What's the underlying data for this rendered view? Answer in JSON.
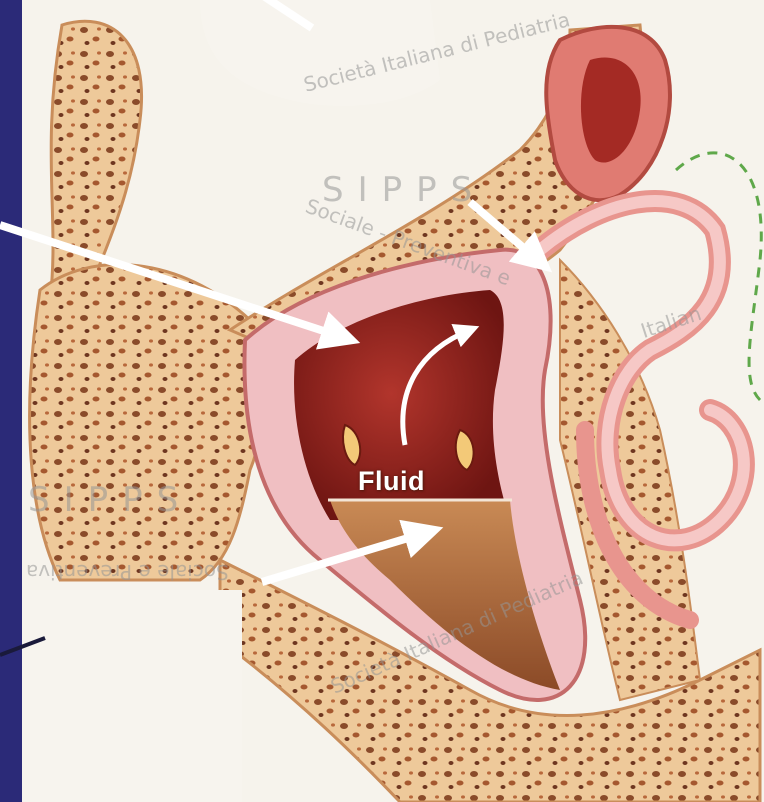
{
  "diagram": {
    "labels": {
      "fluid": "Fluid"
    },
    "watermark": {
      "brand": "SIPPS",
      "org_top": "Società Italiana di Pediatria",
      "org_bottom": "Sociale - Preventiva e",
      "fragments": [
        "Italian",
        "Società Italiana di Pediatria",
        "Sociale e Preventiva"
      ]
    },
    "colors": {
      "background": "#2b2a78",
      "bone": "#eec99a",
      "mucosa": "#f0bfc2",
      "cavity": "#8e1f1d",
      "fluid": "#b06a3c",
      "arrows": "#ffffff"
    }
  }
}
